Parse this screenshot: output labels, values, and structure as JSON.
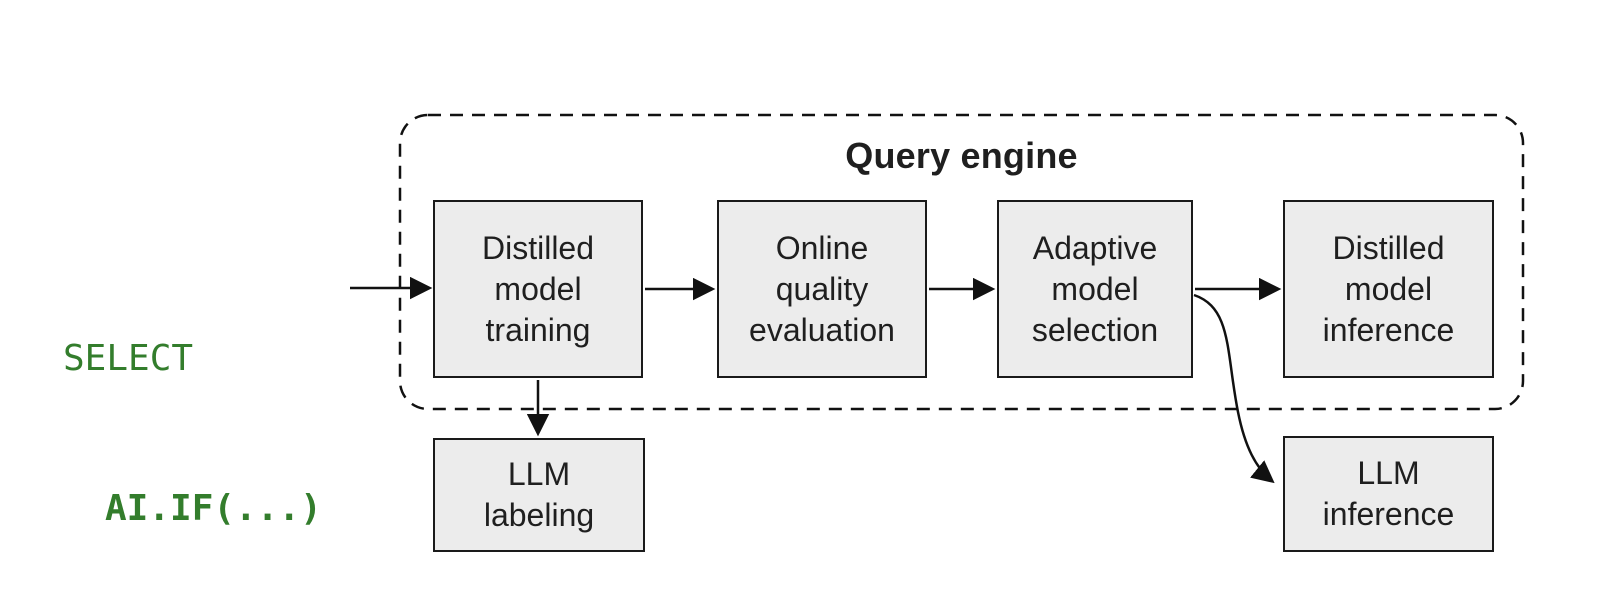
{
  "query": {
    "line1": "SELECT",
    "line2": "AI.IF(...)"
  },
  "engine": {
    "title": "Query engine",
    "nodes": [
      {
        "id": "distilled-model-training",
        "label": "Distilled\nmodel\ntraining"
      },
      {
        "id": "online-quality-evaluation",
        "label": "Online\nquality\nevaluation"
      },
      {
        "id": "adaptive-model-selection",
        "label": "Adaptive\nmodel\nselection"
      },
      {
        "id": "distilled-model-inference",
        "label": "Distilled\nmodel\ninference"
      }
    ]
  },
  "external_nodes": [
    {
      "id": "llm-labeling",
      "label": "LLM\nlabeling"
    },
    {
      "id": "llm-inference",
      "label": "LLM\ninference"
    }
  ],
  "edges": [
    {
      "from": "sql-query",
      "to": "distilled-model-training"
    },
    {
      "from": "distilled-model-training",
      "to": "online-quality-evaluation"
    },
    {
      "from": "online-quality-evaluation",
      "to": "adaptive-model-selection"
    },
    {
      "from": "adaptive-model-selection",
      "to": "distilled-model-inference"
    },
    {
      "from": "distilled-model-training",
      "to": "llm-labeling"
    },
    {
      "from": "adaptive-model-selection",
      "to": "llm-inference"
    }
  ],
  "colors": {
    "background": "#ffffff",
    "node_fill": "#ececec",
    "node_border": "#1a1a1a",
    "text": "#1f1f1f",
    "code_green": "#337d2c",
    "line": "#111111"
  }
}
